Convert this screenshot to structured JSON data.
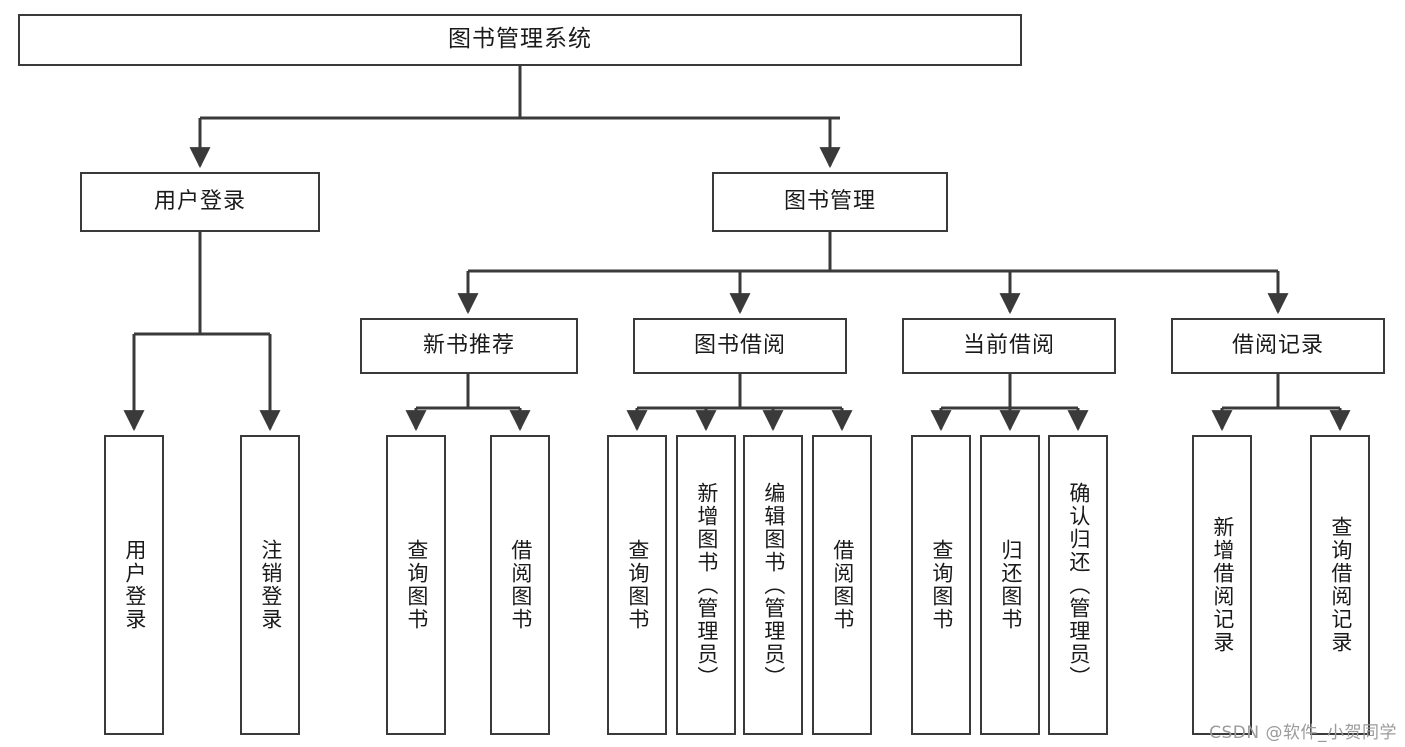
{
  "diagram": {
    "title": "图书管理系统",
    "root": {
      "label": "图书管理系统"
    },
    "level2": [
      {
        "label": "用户登录"
      },
      {
        "label": "图书管理"
      }
    ],
    "level3": [
      {
        "label": "新书推荐"
      },
      {
        "label": "图书借阅"
      },
      {
        "label": "当前借阅"
      },
      {
        "label": "借阅记录"
      }
    ],
    "leaves": {
      "user_login": [
        {
          "label": "用户登录"
        },
        {
          "label": "注销登录"
        }
      ],
      "new_book": [
        {
          "label": "查询图书"
        },
        {
          "label": "借阅图书"
        }
      ],
      "borrow_book": [
        {
          "label": "查询图书"
        },
        {
          "label": "新增图书（管理员）"
        },
        {
          "label": "编辑图书（管理员）"
        },
        {
          "label": "借阅图书"
        }
      ],
      "current_borrow": [
        {
          "label": "查询图书"
        },
        {
          "label": "归还图书"
        },
        {
          "label": "确认归还（管理员）"
        }
      ],
      "borrow_record": [
        {
          "label": "新增借阅记录"
        },
        {
          "label": "查询借阅记录"
        }
      ]
    }
  },
  "watermark": {
    "text": "CSDN @软件_小贺同学"
  },
  "colors": {
    "stroke": "#3a3a3a",
    "background": "#ffffff",
    "text": "#1a1a1a",
    "watermark": "#9b9b9b"
  }
}
